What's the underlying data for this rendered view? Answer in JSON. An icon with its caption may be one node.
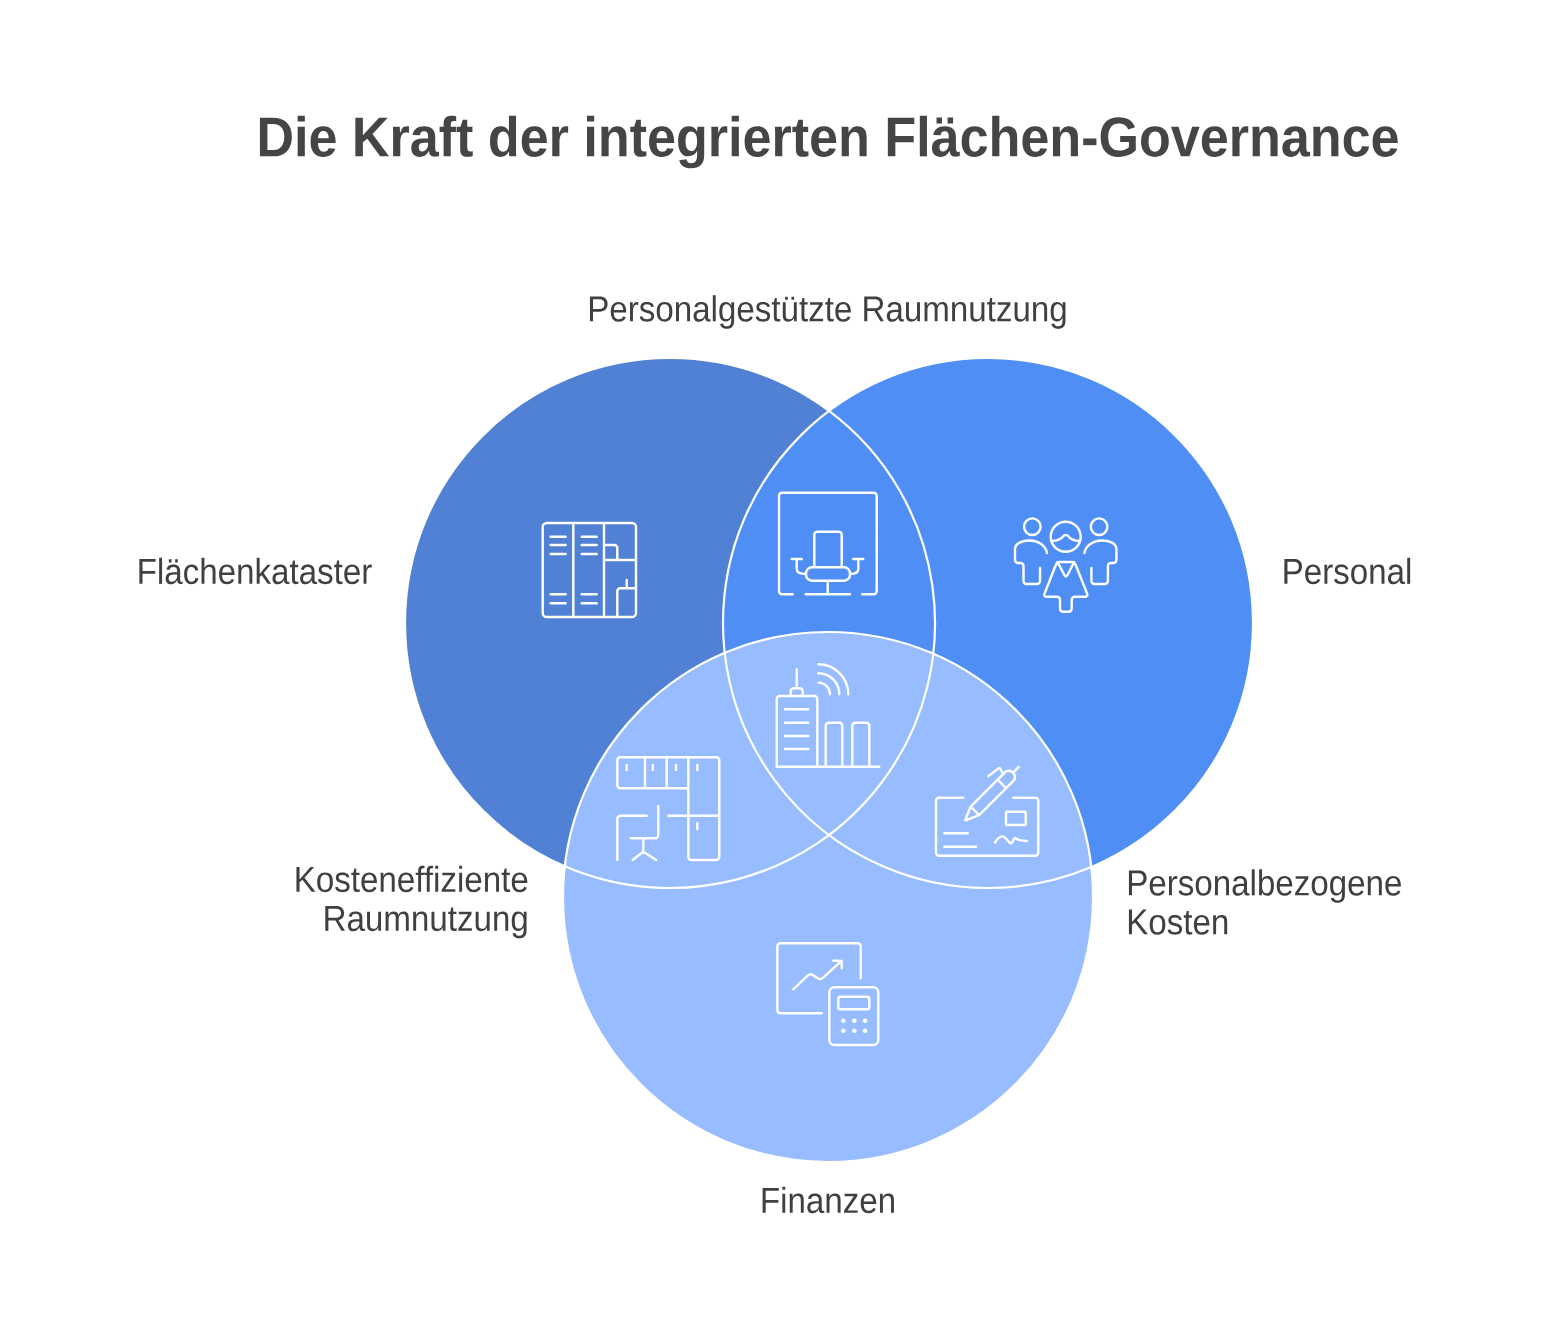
{
  "diagram": {
    "title": "Die Kraft der integrierten Flächen-Governance",
    "nodes": [
      {
        "text": [
          "Flächenkataster"
        ]
      },
      {
        "text": [
          "Personal"
        ]
      },
      {
        "text": [
          "Finanzen"
        ]
      }
    ],
    "labels": [
      "Personalgestützte Raumnutzung",
      "Kosteneffiziente Raumnutzung",
      "Personalbezogene Kosten"
    ]
  }
}
